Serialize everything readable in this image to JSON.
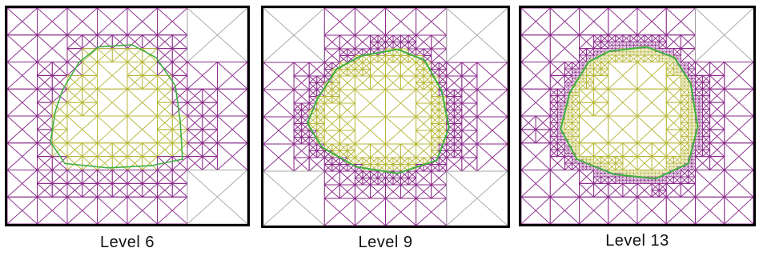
{
  "figure": {
    "panels": [
      {
        "caption": "Level 6",
        "level": 6
      },
      {
        "caption": "Level 9",
        "level": 9
      },
      {
        "caption": "Level 13",
        "level": 13
      }
    ]
  },
  "colors": {
    "background": "#ffffff",
    "border": "#000000",
    "coarse_mesh": "#a6a6a6",
    "refined_mesh": "#8a2a8a",
    "interior_mesh": "#b7b73a",
    "interface_curve": "#3fae3f"
  }
}
